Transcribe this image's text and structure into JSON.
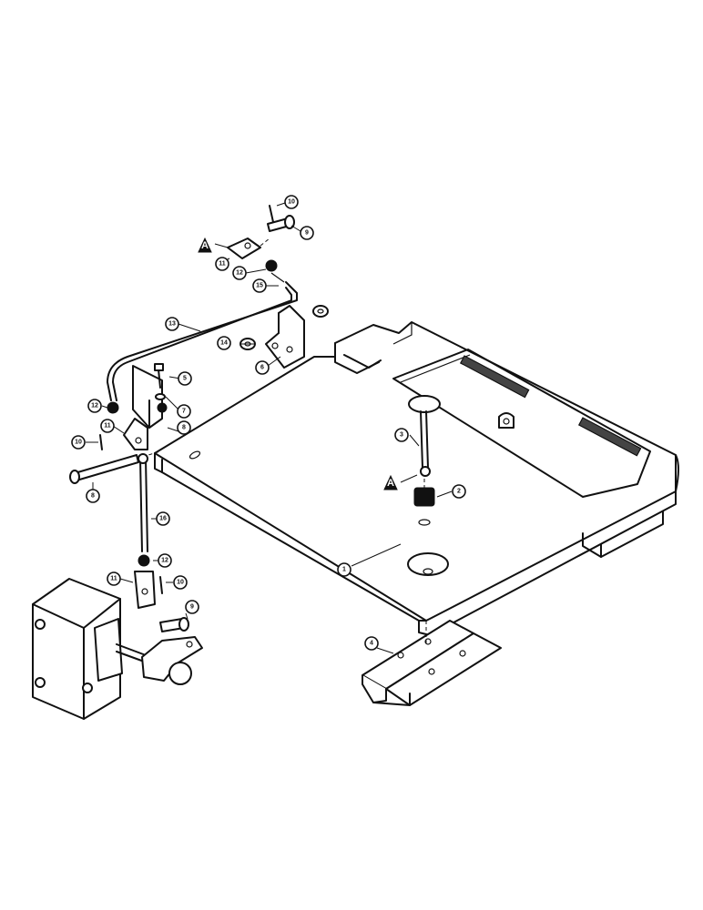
{
  "callouts": [
    "1",
    "2",
    "3",
    "4",
    "5",
    "6",
    "7",
    "8",
    "9",
    "10",
    "11",
    "12",
    "13",
    "14",
    "15",
    "16"
  ],
  "reference_letters": [
    "A"
  ]
}
